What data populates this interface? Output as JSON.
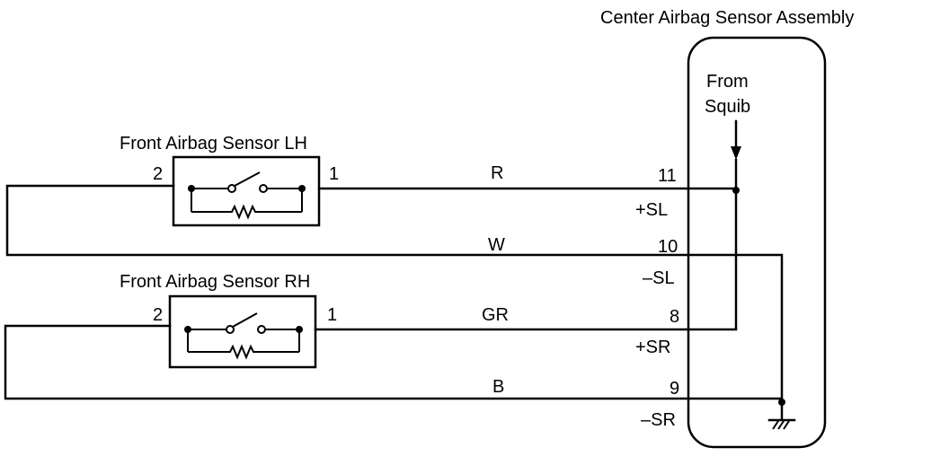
{
  "assembly": {
    "title": "Center Airbag Sensor Assembly",
    "squib_label_line1": "From",
    "squib_label_line2": "Squib"
  },
  "sensor_lh": {
    "title": "Front Airbag Sensor LH",
    "pin_left": "2",
    "pin_right": "1"
  },
  "sensor_rh": {
    "title": "Front Airbag Sensor RH",
    "pin_left": "2",
    "pin_right": "1"
  },
  "wires": [
    {
      "color": "R",
      "terminal": "11",
      "signal": "+SL"
    },
    {
      "color": "W",
      "terminal": "10",
      "signal": "–SL"
    },
    {
      "color": "GR",
      "terminal": "8",
      "signal": "+SR"
    },
    {
      "color": "B",
      "terminal": "9",
      "signal": "–SR"
    }
  ]
}
